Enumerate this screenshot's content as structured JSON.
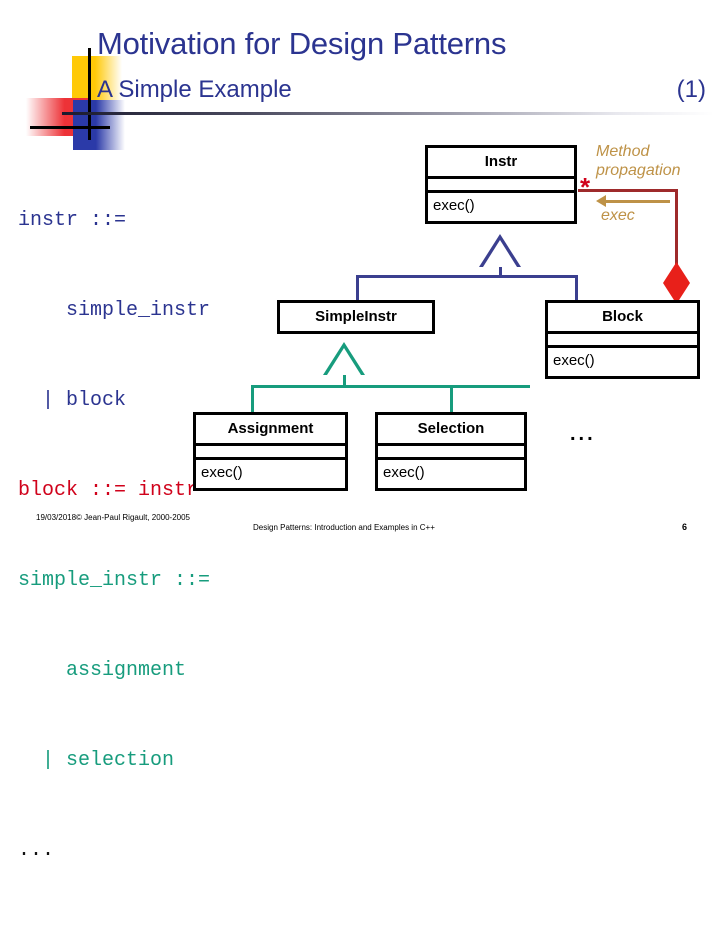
{
  "slide": {
    "title_main": "Motivation for Design Patterns",
    "title_sub": "A Simple Example",
    "title_index": "(1)",
    "title_color": "#2B3490",
    "page_number": "6"
  },
  "logo": {
    "square_yellow": "#FFC907",
    "square_red": "#ED3237",
    "square_blue": "#2B3AA8",
    "cross_color": "#000000"
  },
  "grammar": {
    "lines": [
      {
        "text": "instr ::=",
        "color": "#2B3490"
      },
      {
        "text": "    simple_instr",
        "color": "#2B3490"
      },
      {
        "text": "  | block",
        "color": "#2B3490"
      },
      {
        "text": "block ::= instr*",
        "color": "#D0021B"
      },
      {
        "text": "simple_instr ::=",
        "color": "#179C7D"
      },
      {
        "text": "    assignment",
        "color": "#179C7D"
      },
      {
        "text": "  | selection",
        "color": "#179C7D"
      },
      {
        "text": "",
        "color": "#179C7D"
      },
      {
        "text": "...",
        "color": "#111111"
      }
    ],
    "l0": "instr ::=",
    "l1": "    simple_instr",
    "l2": "  | block",
    "l3": "block ::= instr*",
    "l4": "simple_instr ::=",
    "l5": "    assignment",
    "l6": "  | selection",
    "l7": "...",
    "colors": {
      "navy": "#2B3490",
      "red": "#D0021B",
      "green": "#179C7D",
      "black": "#111111"
    }
  },
  "diagram": {
    "classes": [
      {
        "id": "instr",
        "name": "Instr",
        "operations": "exec()",
        "has_compartments": true
      },
      {
        "id": "simpleinstr",
        "name": "SimpleInstr",
        "operations": "",
        "has_compartments": false
      },
      {
        "id": "block",
        "name": "Block",
        "operations": "exec()",
        "has_compartments": true
      },
      {
        "id": "assignment",
        "name": "Assignment",
        "operations": "exec()",
        "has_compartments": true
      },
      {
        "id": "selection",
        "name": "Selection",
        "operations": "exec()",
        "has_compartments": true
      }
    ],
    "instr": {
      "name": "Instr",
      "operations": "exec()"
    },
    "simpleinstr": {
      "name": "SimpleInstr",
      "operations": ""
    },
    "block": {
      "name": "Block",
      "operations": "exec()"
    },
    "assignment": {
      "name": "Assignment",
      "operations": "exec()"
    },
    "selection": {
      "name": "Selection",
      "operations": "exec()"
    },
    "ellipsis": "...",
    "multiplicity": "*",
    "annotation_method": "Method\npropagation",
    "annotation_exec": "exec",
    "colors": {
      "inheritance_top": "#3B3F8F",
      "inheritance_bottom": "#179C7D",
      "composition_line": "#9E2A2B",
      "composition_diamond": "#E8201A",
      "multiplicity": "#D0021B",
      "annotation": "#BE9247",
      "box_border": "#000000"
    }
  },
  "footer": {
    "left": "19/03/2018© Jean-Paul Rigault, 2000-2005",
    "center": "Design Patterns: Introduction and Examples in C++",
    "page": "6"
  }
}
